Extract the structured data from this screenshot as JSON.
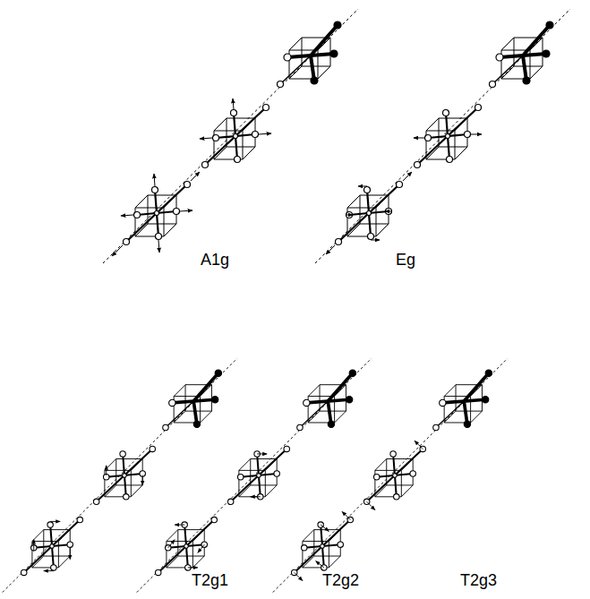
{
  "diagram": {
    "labels": [
      "A1g",
      "Eg",
      "T2g1",
      "T2g2",
      "T2g3"
    ]
  }
}
